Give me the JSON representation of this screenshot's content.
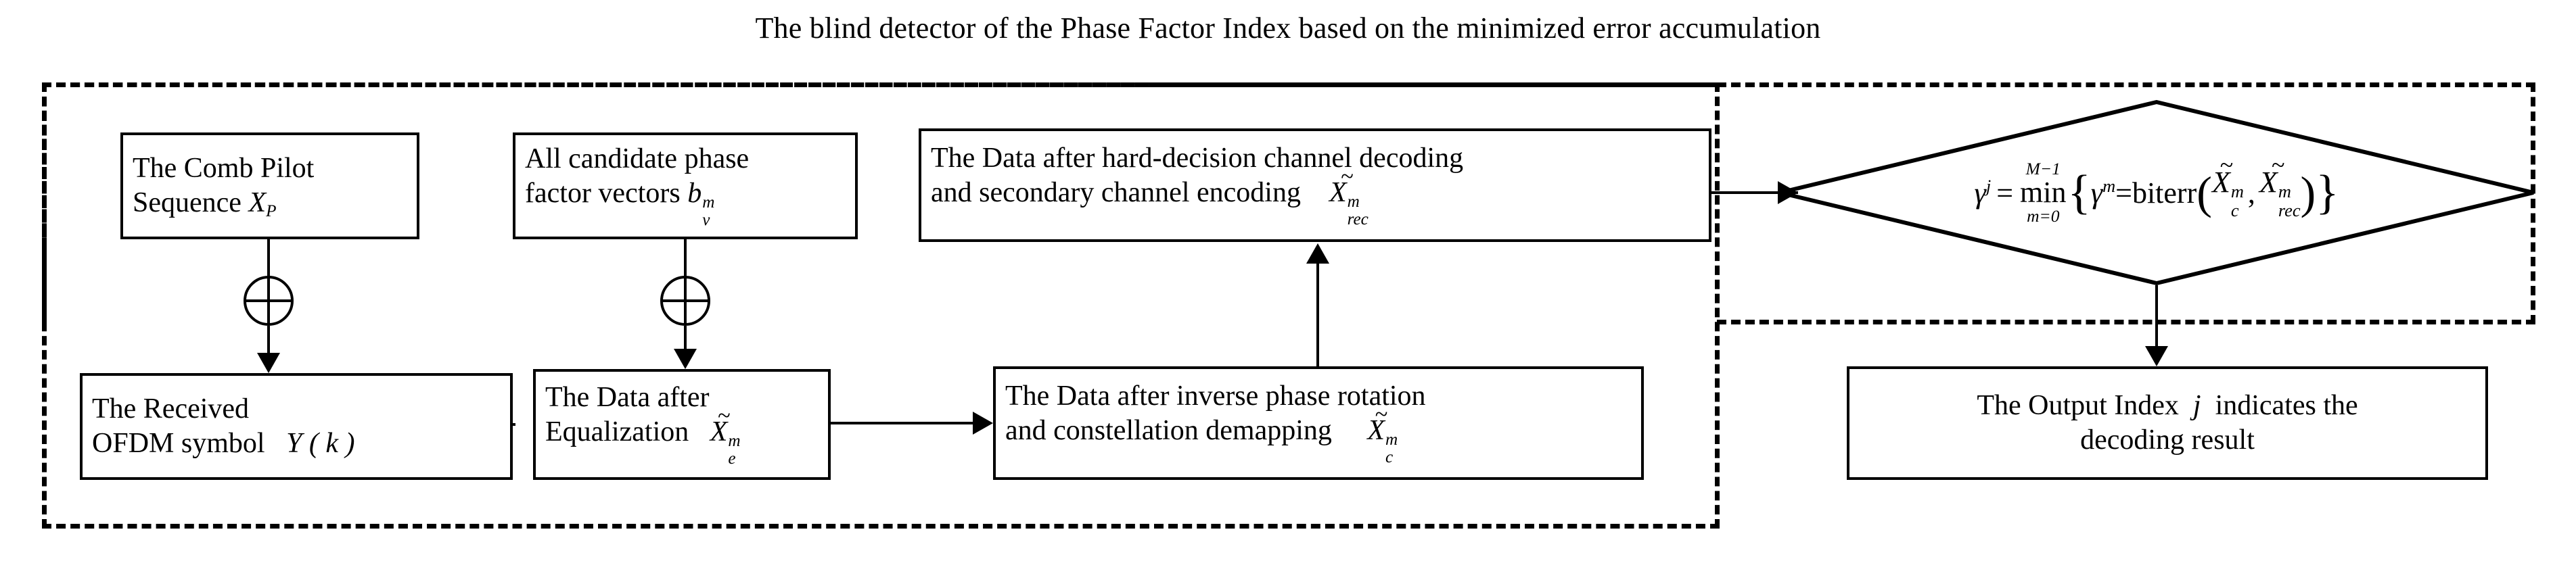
{
  "title": "The blind detector of the Phase Factor Index based on the minimized error accumulation",
  "boxes": {
    "comb_pilot": {
      "line1": "The Comb Pilot",
      "line2_text": "Sequence",
      "symbol_base": "X",
      "symbol_sub": "P"
    },
    "phase_vectors": {
      "line1": "All candidate phase",
      "line2_text": "factor vectors",
      "symbol_base": "b",
      "symbol_sub": "v",
      "symbol_sup": "m"
    },
    "hard_decision": {
      "line1": "The Data after hard-decision channel decoding",
      "line2_text": "and secondary channel encoding",
      "symbol_base": "X",
      "symbol_sub": "rec",
      "symbol_sup": "m",
      "symbol_accent": "~"
    },
    "received_ofdm": {
      "line1": "The Received",
      "line2_text": "OFDM symbol",
      "symbol": "Y ( k )"
    },
    "equalization": {
      "line1": "The Data after",
      "line2_text": "Equalization",
      "symbol_base": "X",
      "symbol_sub": "e",
      "symbol_sup": "m",
      "symbol_accent": "~"
    },
    "inverse_rotation": {
      "line1": "The Data after inverse phase rotation",
      "line2_text": "and constellation demapping",
      "symbol_base": "X",
      "symbol_sub": "c",
      "symbol_sup": "m",
      "symbol_accent": "~"
    },
    "output_index": {
      "line1_pre": "The Output Index",
      "line1_symbol": "j",
      "line1_post": "indicates the",
      "line2": "decoding result"
    }
  },
  "decision": {
    "lhs_base": "γ",
    "lhs_sup": "j",
    "equals": "=",
    "op_upper": "M−1",
    "op_name": "min",
    "op_lower": "m=0",
    "brace_open": "{",
    "inner_base": "γ",
    "inner_sup": "m",
    "inner_equals": "=",
    "func_name": "biterr",
    "paren_open": "(",
    "arg1_base": "X",
    "arg1_sub": "c",
    "arg1_sup": "m",
    "comma": ",",
    "arg2_base": "X",
    "arg2_sub": "rec",
    "arg2_sup": "m",
    "paren_close": ")",
    "brace_close": "}",
    "accent": "~"
  },
  "operators": {
    "xor_symbol": "⊕",
    "xor_pilot_name": "xor-comb-pilot",
    "xor_phase_name": "xor-phase-vectors"
  },
  "colors": {
    "stroke": "#000000",
    "background": "#ffffff",
    "dashed_group": "#000000"
  }
}
